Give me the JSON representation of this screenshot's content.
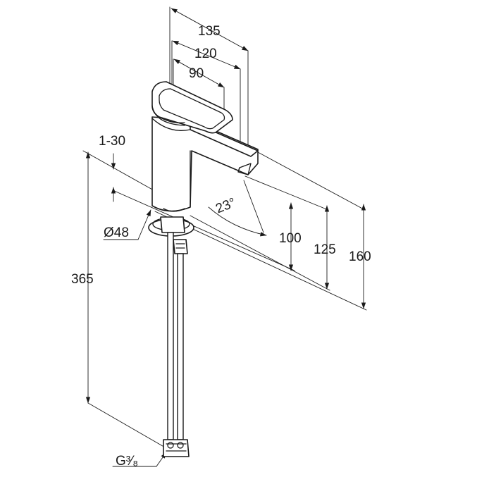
{
  "dimensions": {
    "d135": "135",
    "d120": "120",
    "d90": "90",
    "d1_30": "1-30",
    "angle": "23°",
    "d48": "Ø48",
    "d100": "100",
    "d125": "125",
    "d160": "160",
    "d365": "365",
    "thread": "G³⁄₈"
  },
  "colors": {
    "line": "#1a1a1a",
    "background": "#ffffff"
  }
}
